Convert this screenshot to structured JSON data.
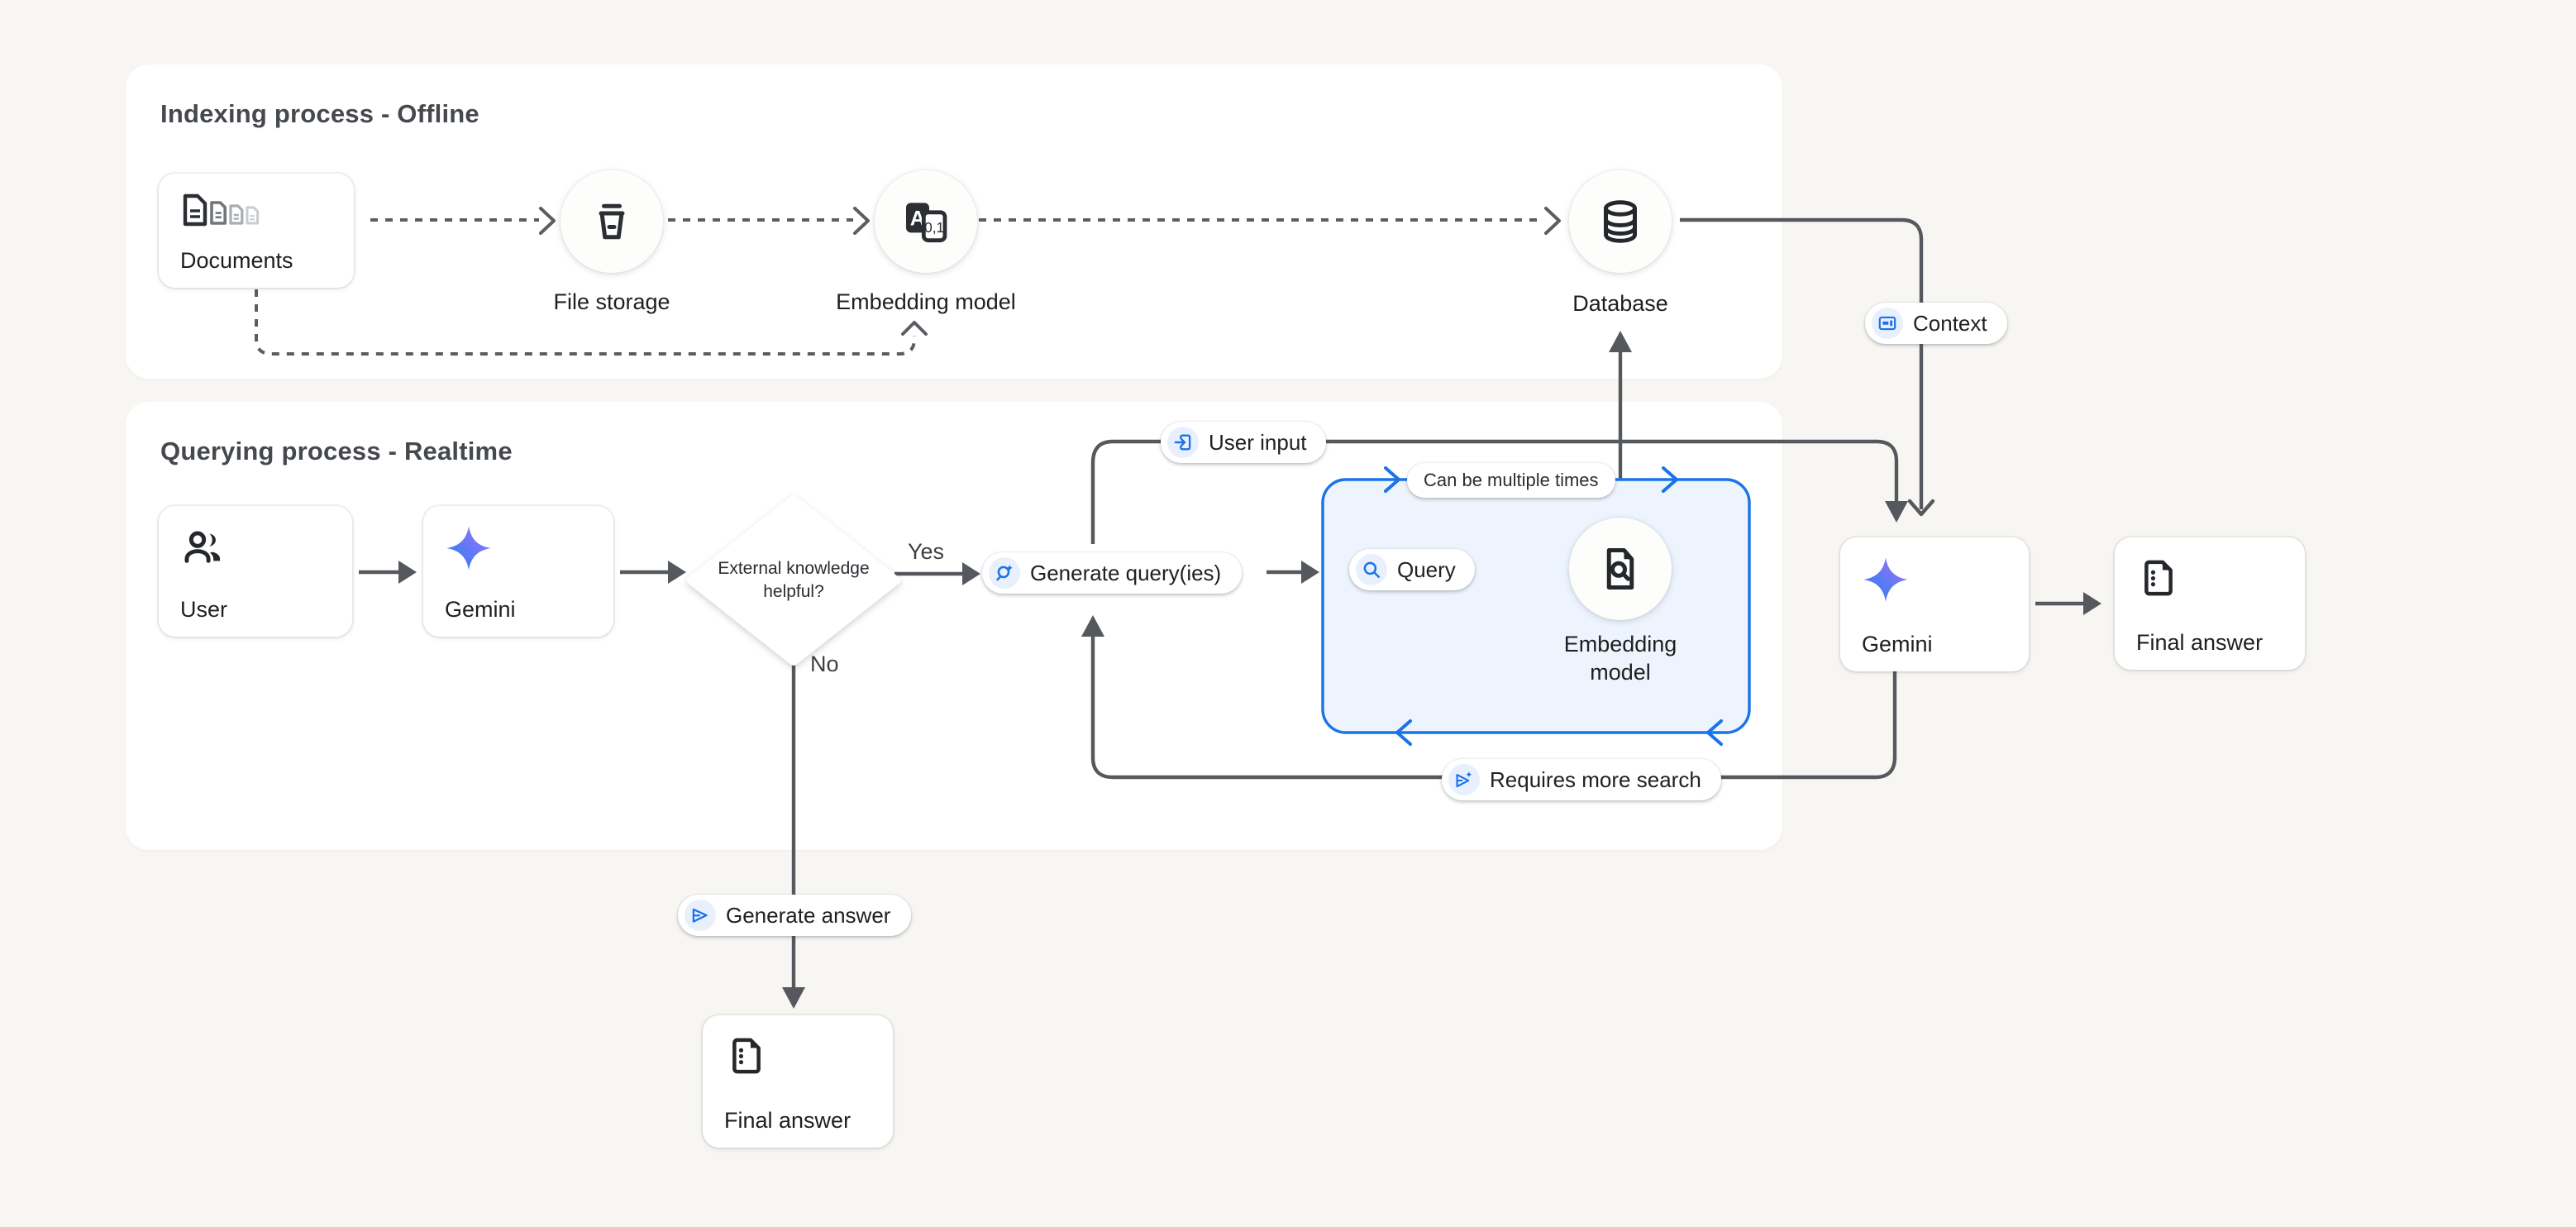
{
  "colors": {
    "background": "#f7f6f3",
    "panel": "#ffffff",
    "accent_blue": "#1a73e8",
    "chip_blue_bg": "#e8f0fe",
    "line_gray": "#55585c",
    "loop_box_fill": "#edf4fd",
    "text": "#202124"
  },
  "indexing": {
    "title": "Indexing process - Offline",
    "documents_label": "Documents",
    "file_storage_label": "File storage",
    "embedding_model_label": "Embedding model",
    "database_label": "Database"
  },
  "querying": {
    "title": "Querying process - Realtime",
    "user_label": "User",
    "gemini_label": "Gemini",
    "decision_label": "External knowledge helpful?",
    "yes_label": "Yes",
    "no_label": "No",
    "generate_queries_label": "Generate query(ies)",
    "query_label": "Query",
    "embedding_model_label": "Embedding model",
    "loop_note": "Can be multiple times",
    "gemini_answer_label": "Gemini",
    "final_answer_right_label": "Final answer",
    "final_answer_bottom_label": "Final answer"
  },
  "badges": {
    "context": "Context",
    "user_input": "User input",
    "requires_more_search": "Requires more search",
    "generate_answer": "Generate answer"
  }
}
